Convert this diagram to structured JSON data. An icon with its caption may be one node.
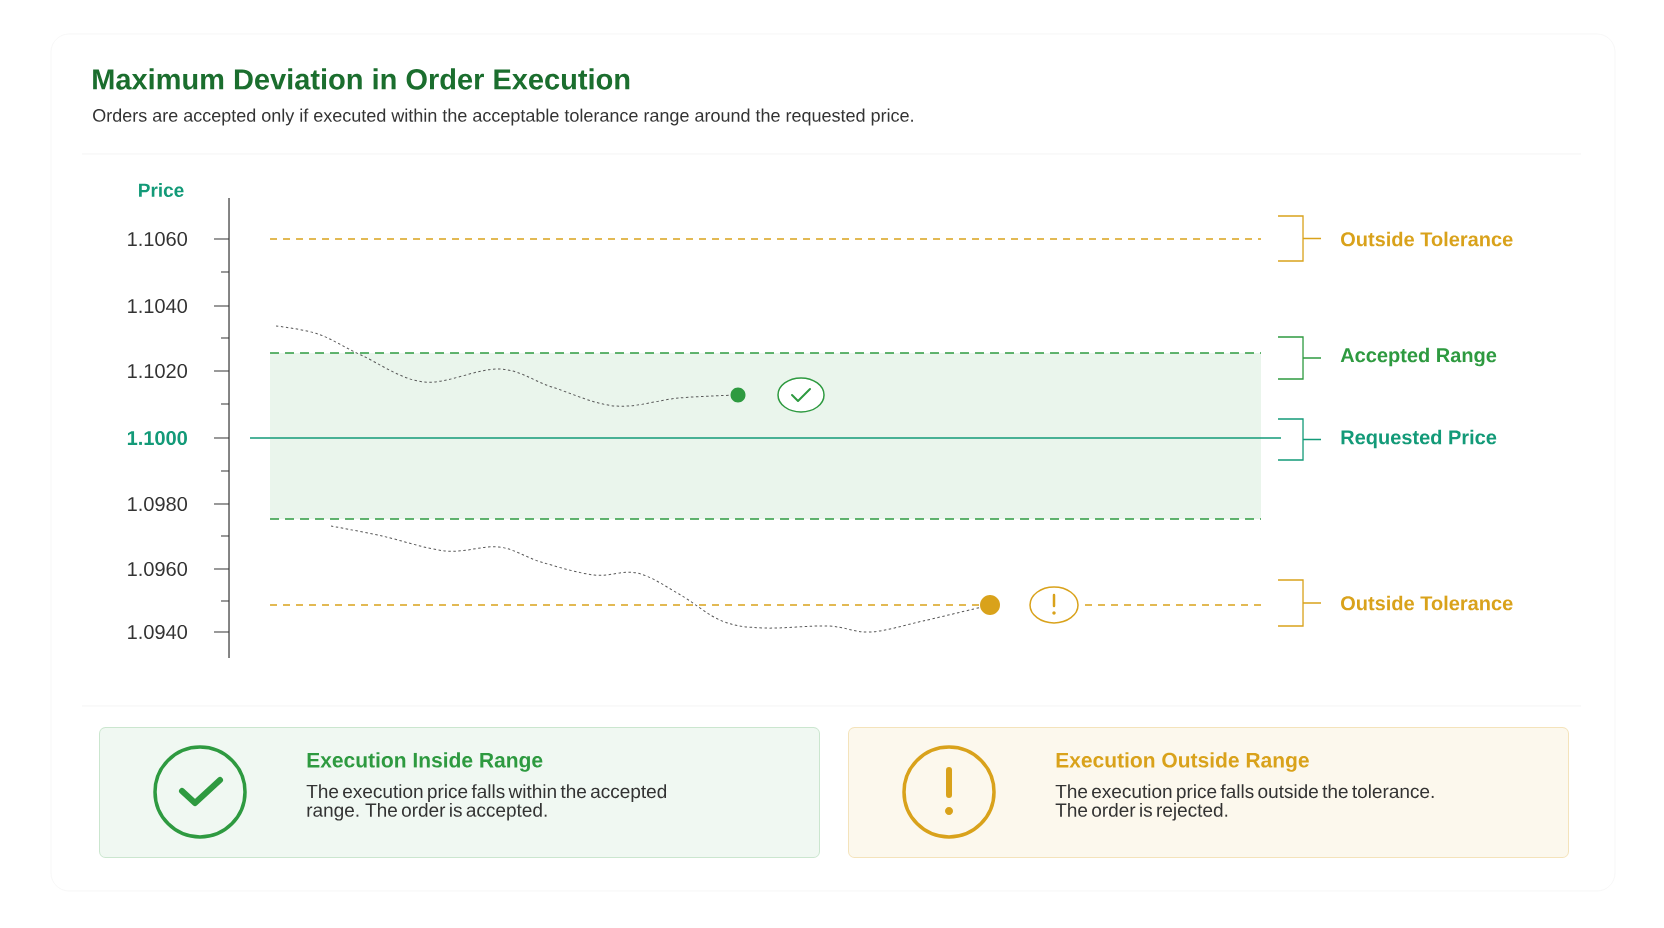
{
  "diagram": {
    "title": "Maximum Deviation in Order Execution",
    "nodes": [
      {
        "text": [
          "Execution Inside Range",
          "The execution price falls within the accepted range. The order is accepted."
        ]
      },
      {
        "text": [
          "Execution Outside Range",
          "The execution price falls outside the tolerance. The order is rejected."
        ]
      }
    ],
    "labels": [
      "Orders are accepted only if executed within the acceptable tolerance range around the requested price.",
      "Price",
      "1.1060",
      "Outside Tolerance",
      "1.1040",
      "1.1020",
      "Accepted Range",
      "1.1000",
      "Requested Price",
      "1.0980",
      "1.0960",
      "Outside Tolerance",
      "1.0940"
    ]
  }
}
